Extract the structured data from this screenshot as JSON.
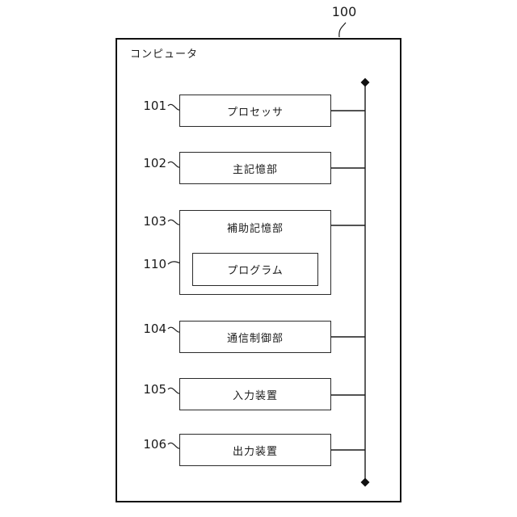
{
  "diagram": {
    "figure_ref": "100",
    "container_label": "コンピュータ",
    "blocks": {
      "processor": {
        "ref": "101",
        "label": "プロセッサ"
      },
      "main_memory": {
        "ref": "102",
        "label": "主記憶部"
      },
      "aux_storage": {
        "ref": "103",
        "label": "補助記憶部"
      },
      "program": {
        "ref": "110",
        "label": "プログラム"
      },
      "comm_control": {
        "ref": "104",
        "label": "通信制御部"
      },
      "input_device": {
        "ref": "105",
        "label": "入力装置"
      },
      "output_device": {
        "ref": "106",
        "label": "出力装置"
      }
    },
    "colors": {
      "line": "#1a1a1a",
      "background": "#ffffff",
      "box_fill": "#ffffff"
    }
  }
}
